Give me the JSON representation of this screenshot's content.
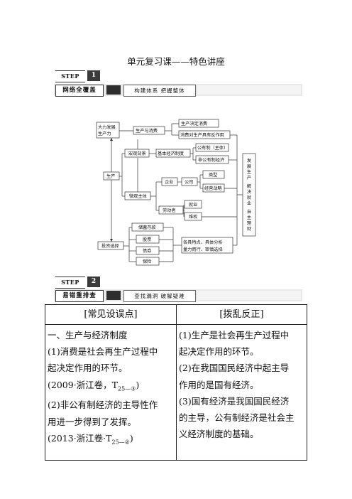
{
  "page": {
    "title": "单元复习课——特色讲座"
  },
  "step1": {
    "label": "STEP",
    "num": "1",
    "heading": "网络全覆盖",
    "subheading": "构建体系 把握整体"
  },
  "step2": {
    "label": "STEP",
    "num": "2",
    "heading": "易错重排查",
    "subheading": "查找漏洞 破解疑难"
  },
  "concept_map": {
    "nodes": {
      "n1": "大力发展生产力",
      "n2": "生产与消费",
      "n3": "生产决定消费",
      "n4": "消费对生产具有反作用",
      "n5": "宏观背景",
      "n6": "基本经济制度",
      "n7": "公有制（主体）",
      "n8": "非公有制经济",
      "n9": "生产",
      "n10": "微观主体",
      "n11": "企业",
      "n12": "公司",
      "n13": "类型",
      "n14": "经营战略",
      "n15": "劳动者",
      "n16": "就业",
      "n17": "维权",
      "n18": "储蓄存款",
      "n19": "股票",
      "n20": "债券",
      "n21": "保险",
      "n22": "投资选择",
      "n23": "各具特点、具体分析量力而行、审慎选择",
      "n24a": "发展生产",
      "n24b": "解决就业",
      "n24c": "自主理财"
    }
  },
  "table": {
    "headers": [
      "[常见设误点]",
      "[拨乱反正]"
    ],
    "left_lines": [
      "一、生产与经济制度",
      "(1)消费是社会再生产过程中",
      "起决定作用的环节。",
      "(2009·浙江卷，T",
      "(2)非公有制经济的主导性作",
      "用进一步得到了发挥。",
      "(2013·浙江卷·T"
    ],
    "left_subs": [
      "25—③",
      "25—②"
    ],
    "left_tail": [
      ")",
      ")"
    ],
    "right_lines": [
      "(1)生产是社会再生产过程中",
      "起决定作用的环节。",
      "(2)在我国国民经济中起主导",
      "作用的是国有经济。",
      "(3)国有经济是我国国民经济",
      "的主导，公有制经济是社会主",
      "义经济制度的基础。"
    ]
  }
}
